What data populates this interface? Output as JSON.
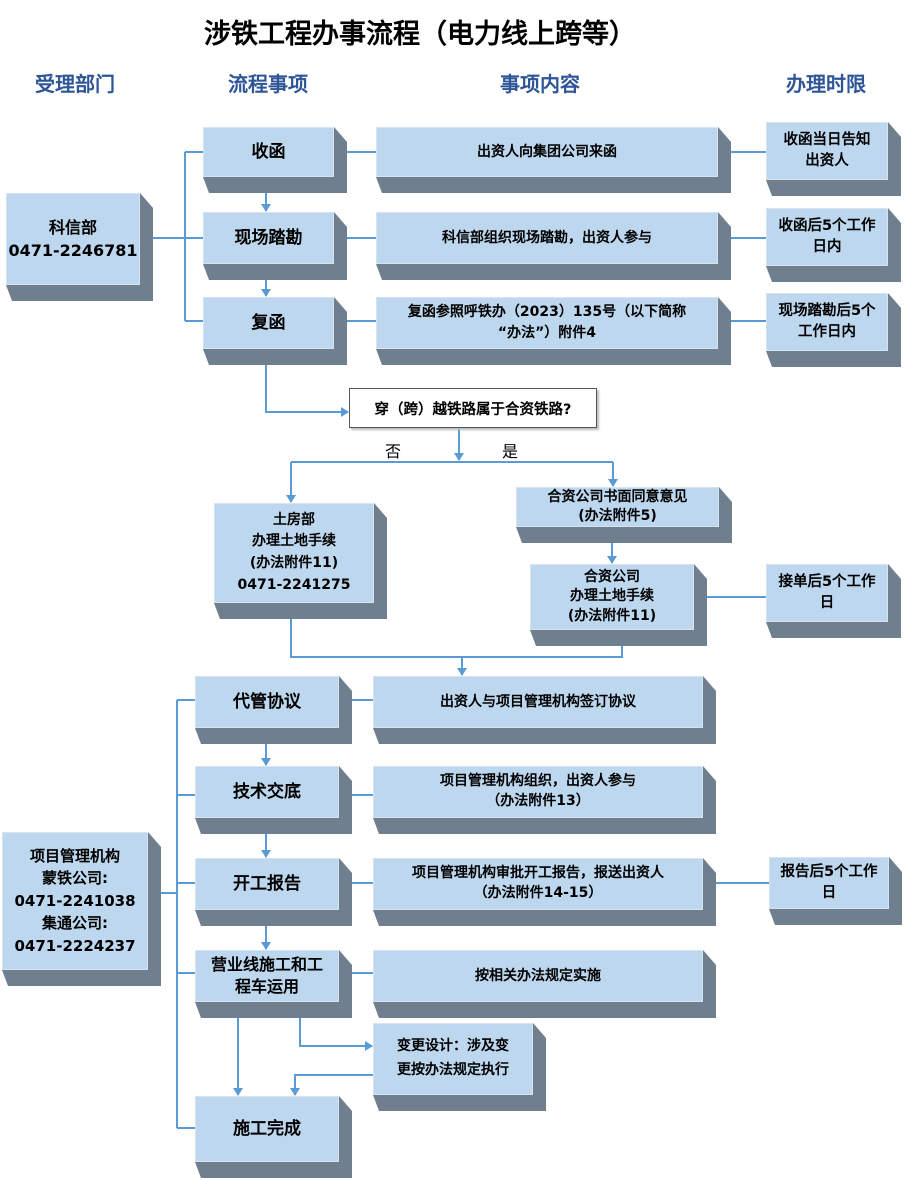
{
  "title": "涉铁工程办事流程（电力线上跨等）",
  "headers": {
    "dept": "受理部门",
    "step": "流程事项",
    "content": "事项内容",
    "time": "办理时限"
  },
  "colors": {
    "face": "#bdd7ee",
    "depth": "#6f7f8d",
    "line": "#5b9bd5",
    "header": "#2e5597"
  },
  "phase1": {
    "dept": "科信部\n0471-2246781",
    "steps": [
      "收函",
      "现场踏勘",
      "复函"
    ],
    "contents": [
      "出资人向集团公司来函",
      "科信部组织现场踏勘，出资人参与",
      "复函参照呼铁办（2023）135号（以下简称\n“办法”）附件4"
    ],
    "times": [
      "收函当日告知\n出资人",
      "收函后5个工作\n日内",
      "现场踏勘后5个\n工作日内"
    ]
  },
  "decision": {
    "question": "穿（跨）越铁路属于合资铁路?",
    "no": "否",
    "yes": "是",
    "no_branch": "土房部\n办理土地手续\n(办法附件11)\n0471-2241275",
    "yes_step1": "合资公司书面同意意见\n(办法附件5)",
    "yes_step2": "合资公司\n办理土地手续\n(办法附件11)",
    "yes_time": "接单后5个工作\n日"
  },
  "phase2": {
    "dept": "项目管理机构\n蒙铁公司:\n0471-2241038\n集通公司:\n0471-2224237",
    "steps": [
      "代管协议",
      "技术交底",
      "开工报告",
      "营业线施工和工\n程车运用",
      "施工完成"
    ],
    "contents": [
      "出资人与项目管理机构签订协议",
      "项目管理机构组织，出资人参与\n（办法附件13）",
      "项目管理机构审批开工报告，报送出资人\n（办法附件14-15）",
      "按相关办法规定实施"
    ],
    "change": "变更设计：涉及变\n更按办法规定执行",
    "report_time": "报告后5个工作\n日"
  }
}
